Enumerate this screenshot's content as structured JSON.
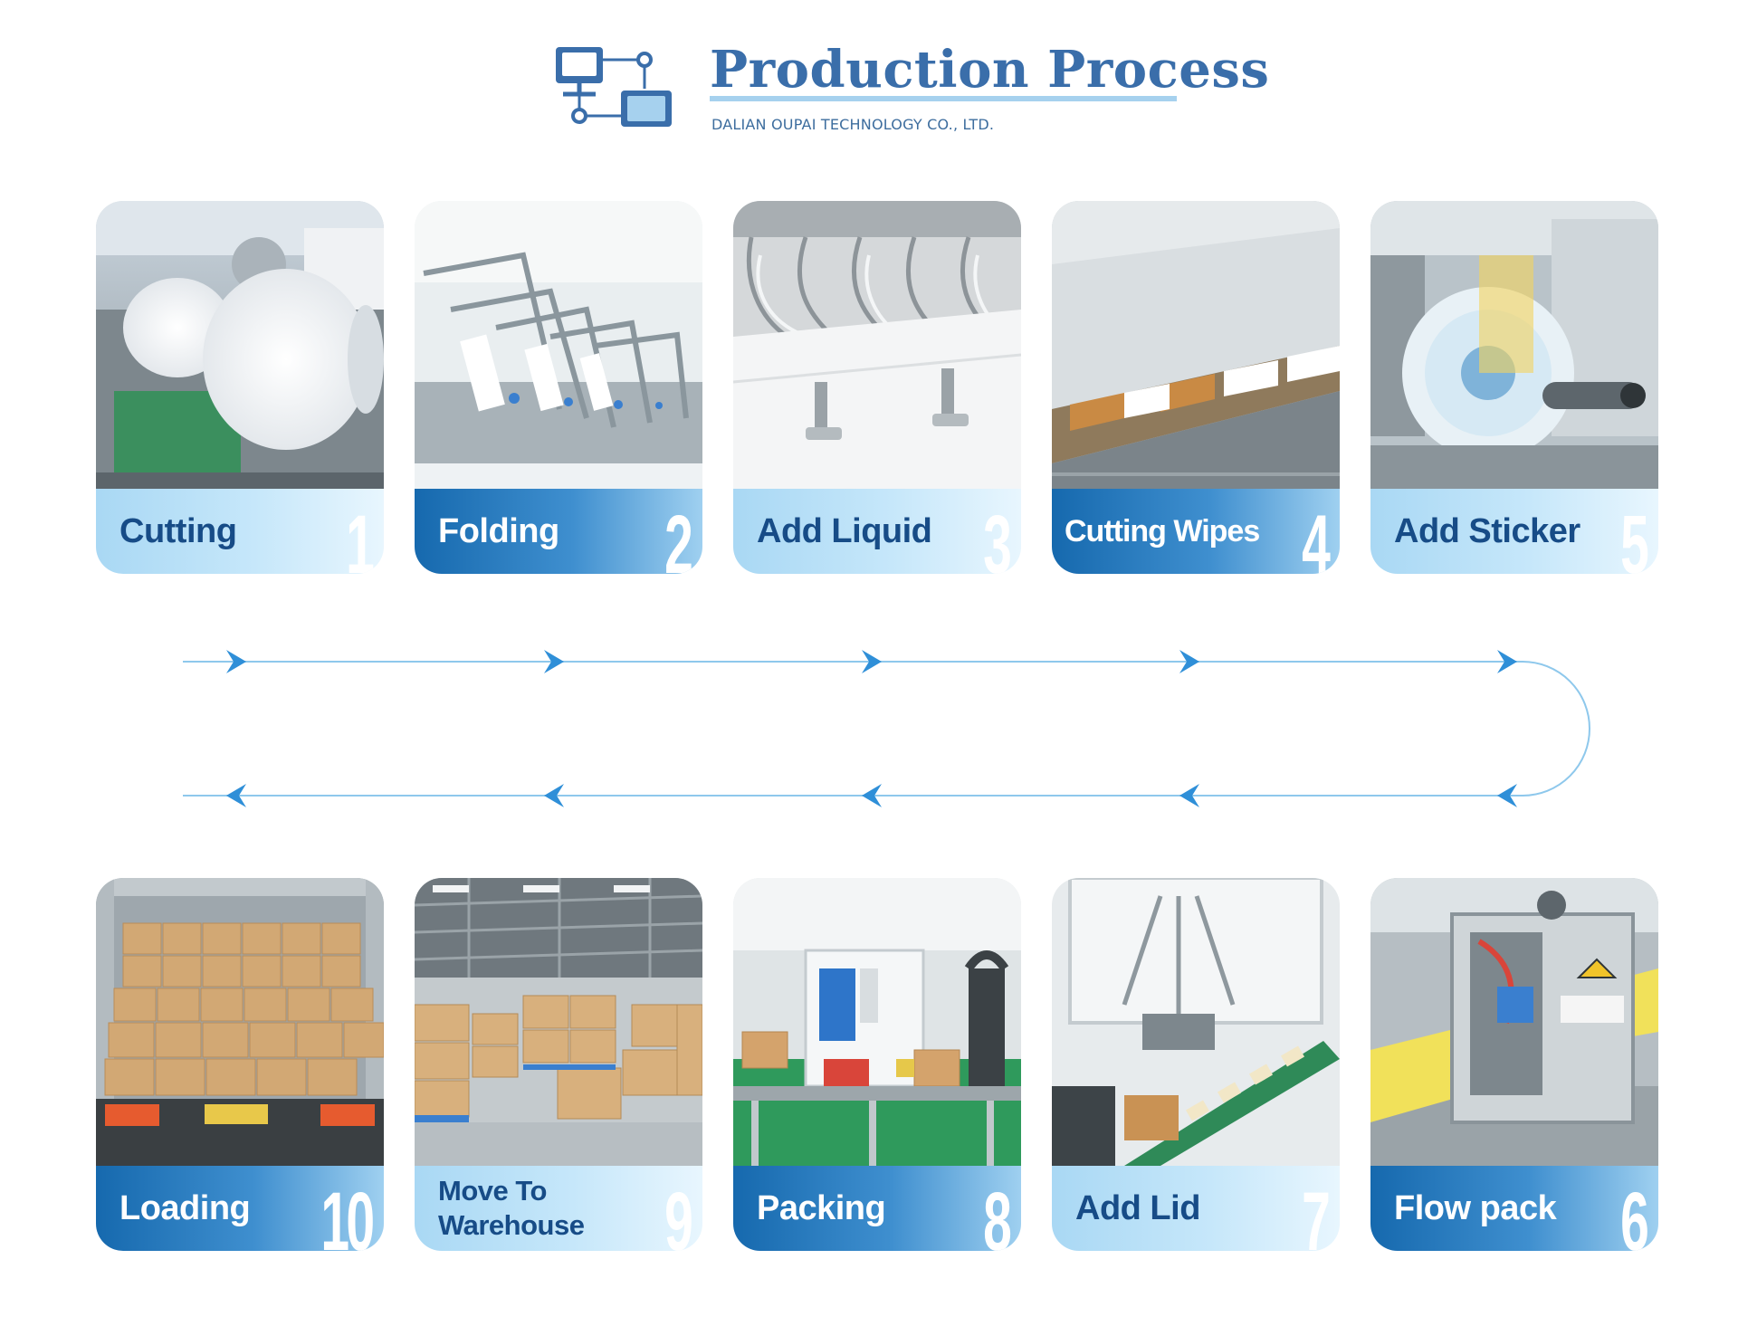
{
  "header": {
    "title": "Production Process",
    "subtitle": "DALIAN OUPAI TECHNOLOGY CO., LTD.",
    "logo_icon": "network-diagram-icon"
  },
  "colors": {
    "title": "#3a6eaa",
    "accent_light": "#a6d1ee",
    "dark_bar": "#1669ae",
    "light_bar": "#c6e7fa",
    "arrow": "#2f8fd8",
    "line": "#8ec8ec"
  },
  "steps": [
    {
      "number": "1",
      "label": "Cutting",
      "style": "light"
    },
    {
      "number": "2",
      "label": "Folding",
      "style": "dark"
    },
    {
      "number": "3",
      "label": "Add Liquid",
      "style": "light"
    },
    {
      "number": "4",
      "label": "Cutting Wipes",
      "style": "dark"
    },
    {
      "number": "5",
      "label": "Add Sticker",
      "style": "light"
    },
    {
      "number": "6",
      "label": "Flow pack",
      "style": "dark"
    },
    {
      "number": "7",
      "label": "Add Lid",
      "style": "light"
    },
    {
      "number": "8",
      "label": "Packing",
      "style": "dark"
    },
    {
      "number": "9",
      "label": "Move To\nWarehouse",
      "style": "light"
    },
    {
      "number": "10",
      "label": "Loading",
      "style": "dark"
    }
  ]
}
